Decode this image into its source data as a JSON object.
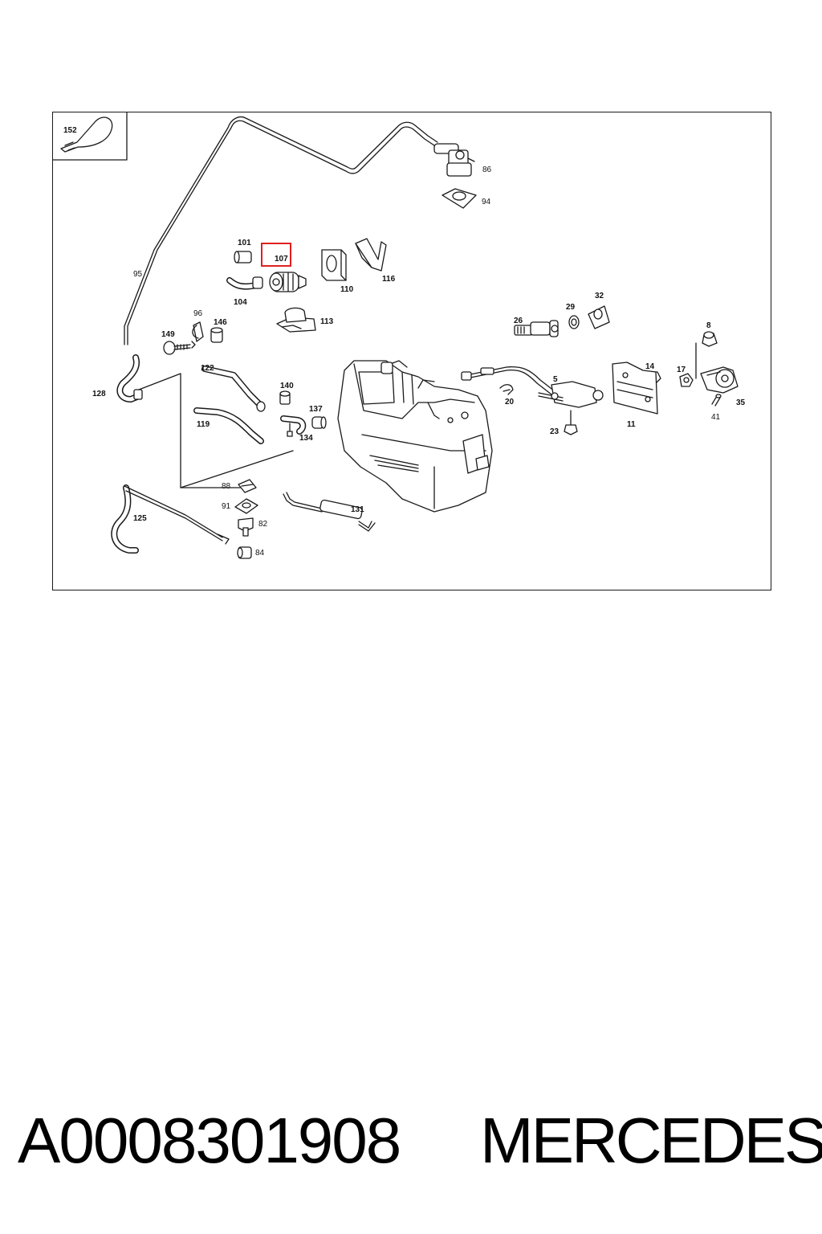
{
  "diagram": {
    "highlighted_part": "107",
    "labels": {
      "p152": "152",
      "p86": "86",
      "p94": "94",
      "p95": "95",
      "p101": "101",
      "p107": "107",
      "p104": "104",
      "p110": "110",
      "p116": "116",
      "p113": "113",
      "p96": "96",
      "p146": "146",
      "p149": "149",
      "p26": "26",
      "p29": "29",
      "p32": "32",
      "p8": "8",
      "p17": "17",
      "p35": "35",
      "p41": "41",
      "p14": "14",
      "p11": "11",
      "p5": "5",
      "p20": "20",
      "p23": "23",
      "p128": "128",
      "p122": "122",
      "p119": "119",
      "p140": "140",
      "p137": "137",
      "p134": "134",
      "p88": "88",
      "p91": "91",
      "p82": "82",
      "p84": "84",
      "p125": "125",
      "p131": "131"
    },
    "highlight_color": "#e02020"
  },
  "footer": {
    "part_number": "A0008301908",
    "brand": "MERCEDES"
  }
}
